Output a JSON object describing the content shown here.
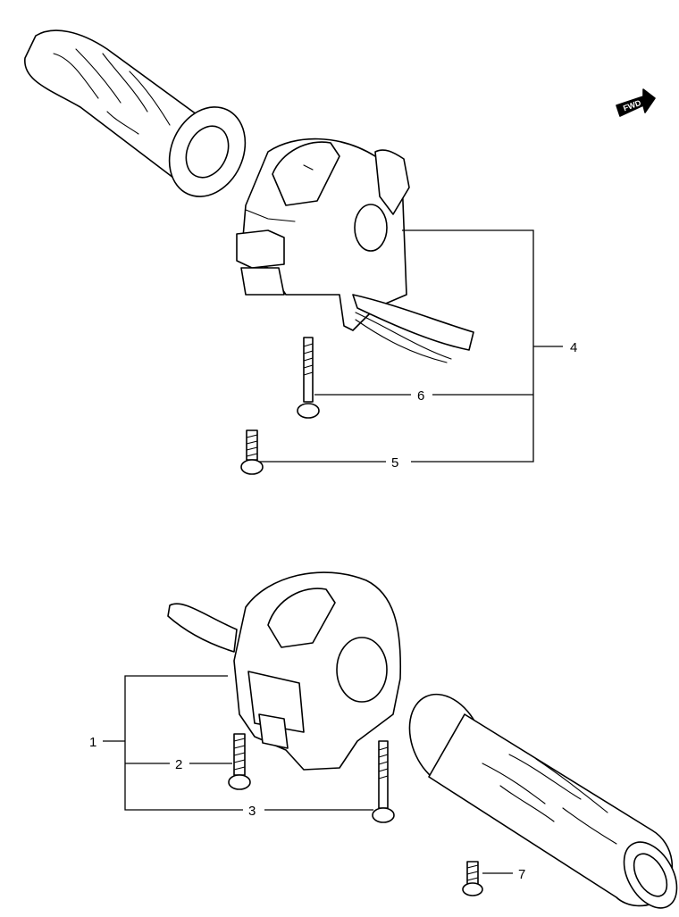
{
  "callouts": {
    "c1": "1",
    "c2": "2",
    "c3": "3",
    "c4": "4",
    "c5": "5",
    "c6": "6",
    "c7": "7"
  },
  "direction_badge": {
    "text": "FWD",
    "icon": "forward-arrow-icon"
  },
  "colors": {
    "line": "#000000",
    "background": "#ffffff"
  }
}
